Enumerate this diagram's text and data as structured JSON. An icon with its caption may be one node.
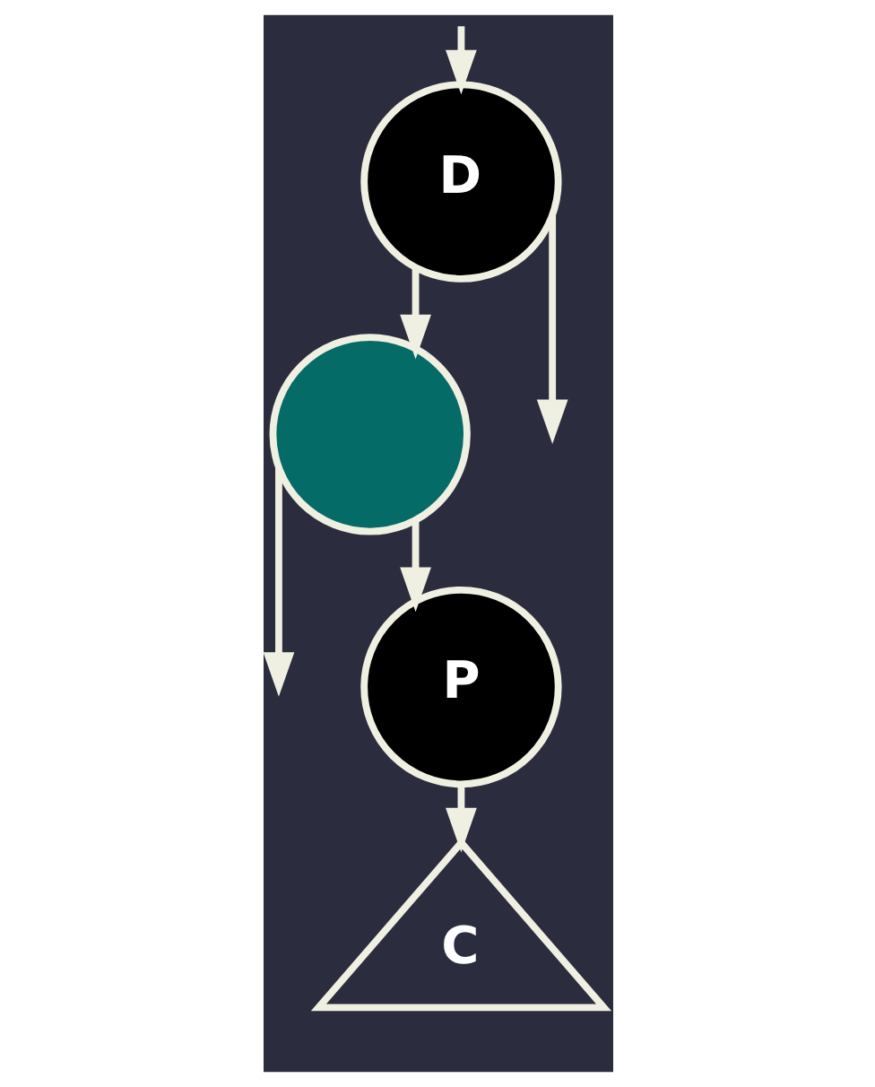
{
  "diagram": {
    "nodes": [
      {
        "text": [
          "D"
        ]
      },
      {
        "text": [],
        "shape": "circle"
      },
      {
        "text": [
          "P"
        ]
      },
      {
        "text": [
          "C"
        ]
      }
    ],
    "edges": [
      {
        "from": 0,
        "to": 1,
        "arrow": "to"
      },
      {
        "from": 0,
        "to": null,
        "arrow": "to"
      },
      {
        "from": null,
        "to": 0,
        "arrow": "to"
      },
      {
        "from": 1,
        "to": null,
        "arrow": "to"
      },
      {
        "from": 1,
        "to": 2,
        "arrow": "to"
      },
      {
        "from": 2,
        "to": 3,
        "arrow": "to"
      }
    ]
  }
}
